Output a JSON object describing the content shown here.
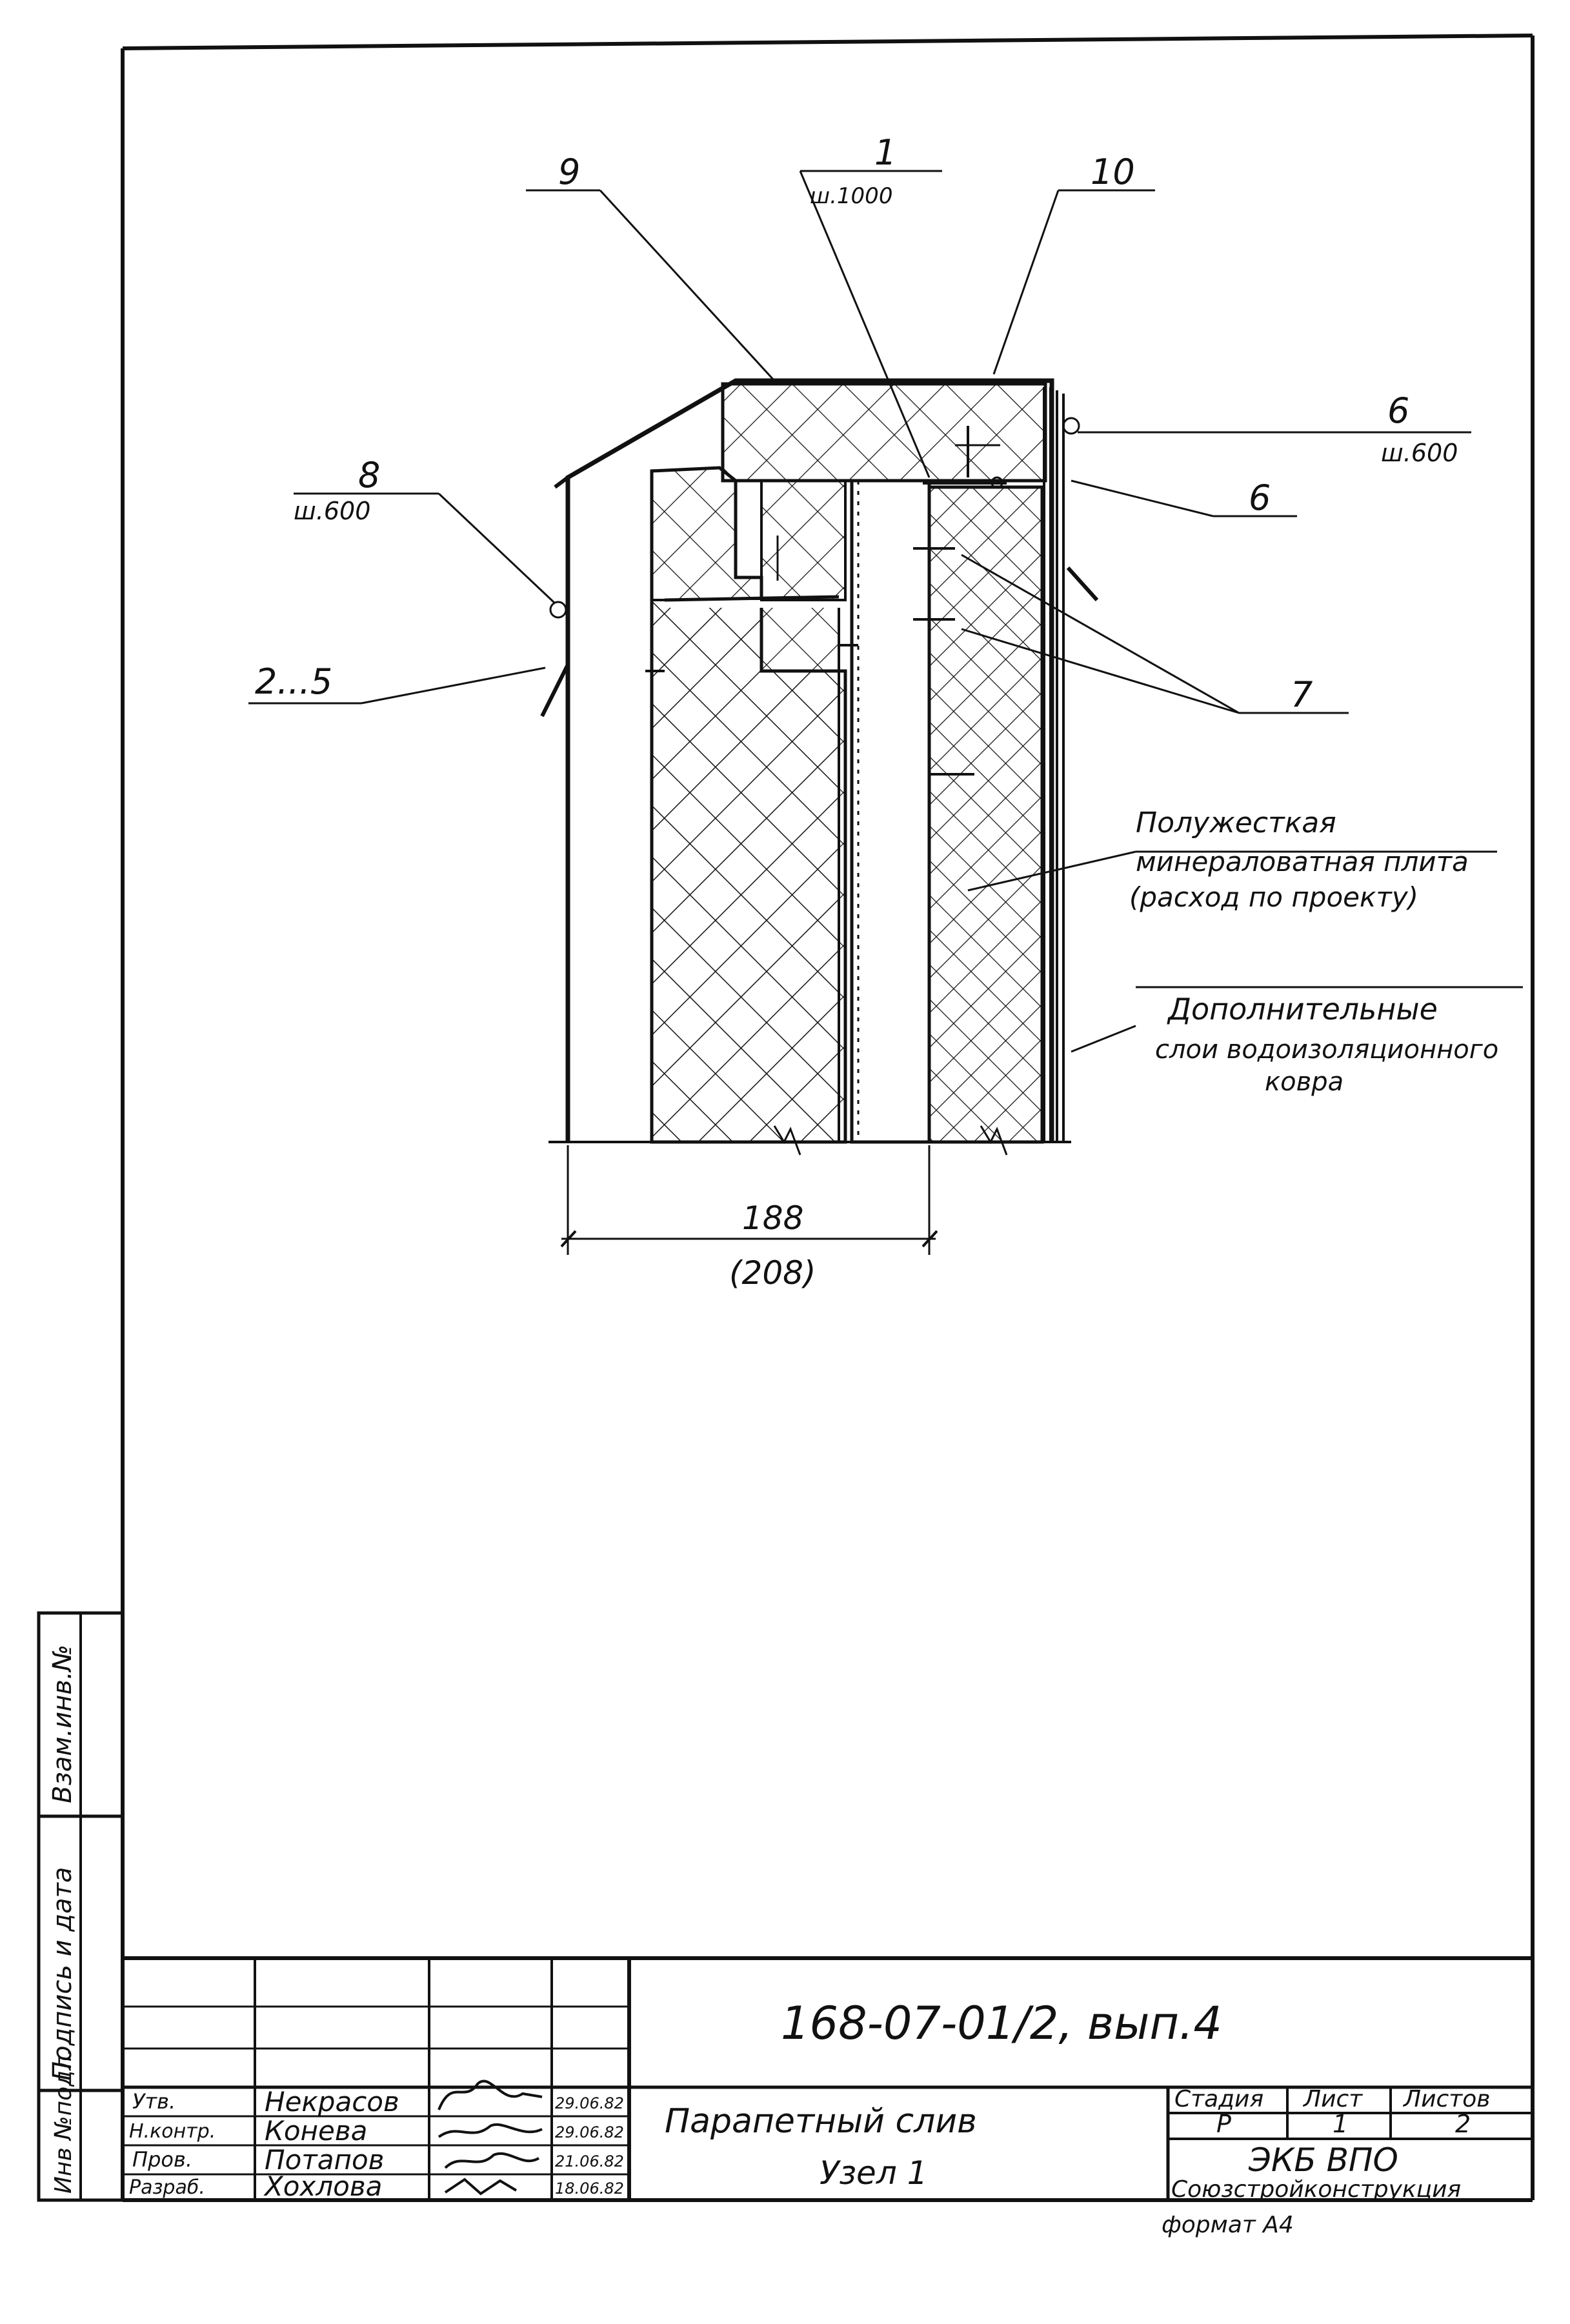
{
  "drawing": {
    "callouts": {
      "c1": "1",
      "c1_ref": "ш.1000",
      "c9": "9",
      "c10": "10",
      "c6a": "6",
      "c6a_ref": "ш.600",
      "c6b": "6",
      "c8": "8",
      "c8_ref": "ш.600",
      "c2_5": "2...5",
      "c7": "7"
    },
    "notes": {
      "insulation_line1": "Полужесткая",
      "insulation_line2": "минераловатная плита",
      "insulation_line3": "(расход по проекту)",
      "layers_line1": "Дополнительные",
      "layers_line2": "слои водоизоляционного",
      "layers_line3": "ковра"
    },
    "dimension": {
      "value": "188",
      "alt": "(208)"
    }
  },
  "side_stamp": {
    "col1": "Взам.инв.№",
    "col2": "Подпись и дата",
    "col3": "Инв №подл."
  },
  "title_block": {
    "doc_code": "168-07-01/2, вып.4",
    "title_line1": "Парапетный слив",
    "title_line2": "Узел 1",
    "stage_header": "Стадия",
    "sheet_header": "Лист",
    "sheets_header": "Листов",
    "stage": "Р",
    "sheet": "1",
    "sheets": "2",
    "org_line1": "ЭКБ ВПО",
    "org_line2": "Союзстройконструкция",
    "format": "формат А4",
    "people": [
      {
        "role": "Утв.",
        "name": "Некрасов",
        "date": "29.06.82"
      },
      {
        "role": "Н.контр.",
        "name": "Конева",
        "date": "29.06.82"
      },
      {
        "role": "Пров.",
        "name": "Потапов",
        "date": "21.06.82"
      },
      {
        "role": "Разраб.",
        "name": "Хохлова",
        "date": "18.06.82"
      }
    ]
  }
}
